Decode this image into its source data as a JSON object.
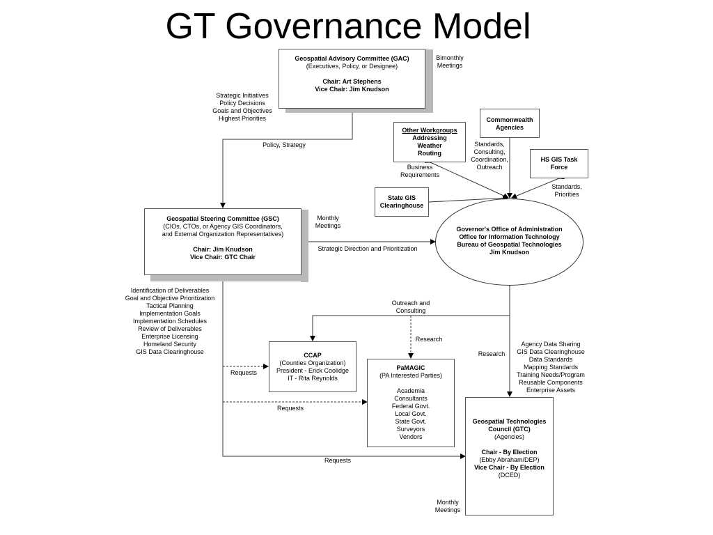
{
  "title": "GT Governance Model",
  "gac": {
    "name": "Geospatial Advisory Committee (GAC)",
    "members": "(Executives, Policy, or Designee)",
    "chair": "Chair: Art Stephens",
    "vice_chair": "Vice Chair: Jim Knudson",
    "meetings": [
      "Bimonthly",
      "Meetings"
    ]
  },
  "gac_to_gsc_items": [
    "Strategic Initiatives",
    "Policy Decisions",
    "Goals and Objectives",
    "Highest Priorities"
  ],
  "policy_strategy": "Policy, Strategy",
  "other_workgroups": {
    "line1": "Other Workgroups",
    "line2": "Addressing",
    "line3": "Weather",
    "line4": "Routing",
    "note": [
      "Business",
      "Requirements"
    ]
  },
  "commonwealth": {
    "line1": "Commonwealth",
    "line2": "Agencies",
    "note": [
      "Standards,",
      "Consulting,",
      "Coordination,",
      "Outreach"
    ]
  },
  "hsgis": {
    "line1": "HS GIS Task",
    "line2": "Force",
    "note": [
      "Standards,",
      "Priorities"
    ]
  },
  "state_gis": {
    "line1": "State GIS",
    "line2": "Clearinghouse"
  },
  "gsc": {
    "name": "Geospatial Steering Committee (GSC)",
    "members1": "(CIOs, CTOs, or Agency GIS Coordinators,",
    "members2": "and External Organization Representatives)",
    "chair": "Chair: Jim Knudson",
    "vice_chair": "Vice Chair: GTC Chair",
    "meetings": [
      "Monthly",
      "Meetings"
    ]
  },
  "strategic_direction": "Strategic Direction and Prioritization",
  "governor_office": {
    "line1": "Governor's Office of Administration",
    "line2": "Office for Information Technology",
    "line3": "Bureau of Geospatial Technologies",
    "line4": "Jim Knudson"
  },
  "gsc_items": [
    "Identification of Deliverables",
    "Goal and Objective Prioritization",
    "Tactical Planning",
    "Implementation Goals",
    "Implementation Schedules",
    "Review of Deliverables",
    "Enterprise Licensing",
    "Homeland Security",
    "GIS Data Clearinghouse"
  ],
  "outreach": [
    "Outreach and",
    "Consulting"
  ],
  "research1": "Research",
  "research2": "Research",
  "ccap": {
    "name": "CCAP",
    "members": "(Counties Organization)",
    "president": "President - Erick Coolidge",
    "it": "IT - Rita Reynolds"
  },
  "requests1": "Requests",
  "requests2": "Requests",
  "requests3": "Requests",
  "pamagic": {
    "name": "PaMAGIC",
    "members": "(PA Interested Parties)",
    "list": [
      "Academia",
      "Consultants",
      "Federal Govt.",
      "Local Govt.",
      "State Govt.",
      "Surveyors",
      "Vendors"
    ]
  },
  "agency_items": [
    "Agency Data Sharing",
    "GIS Data Clearinghouse",
    "Data Standards",
    "Mapping Standards",
    "Training Needs/Program",
    "Reusable Components",
    "Enterprise Assets"
  ],
  "gtc": {
    "name1": "Geospatial Technologies",
    "name2": "Council (GTC)",
    "members": "(Agencies)",
    "chair": "Chair - By Election",
    "chair_name": "(Ebby Abraham/DEP)",
    "vice_chair": "Vice Chair - By Election",
    "vice_name": "(DCED)",
    "meetings": [
      "Monthly",
      "Meetings"
    ]
  }
}
